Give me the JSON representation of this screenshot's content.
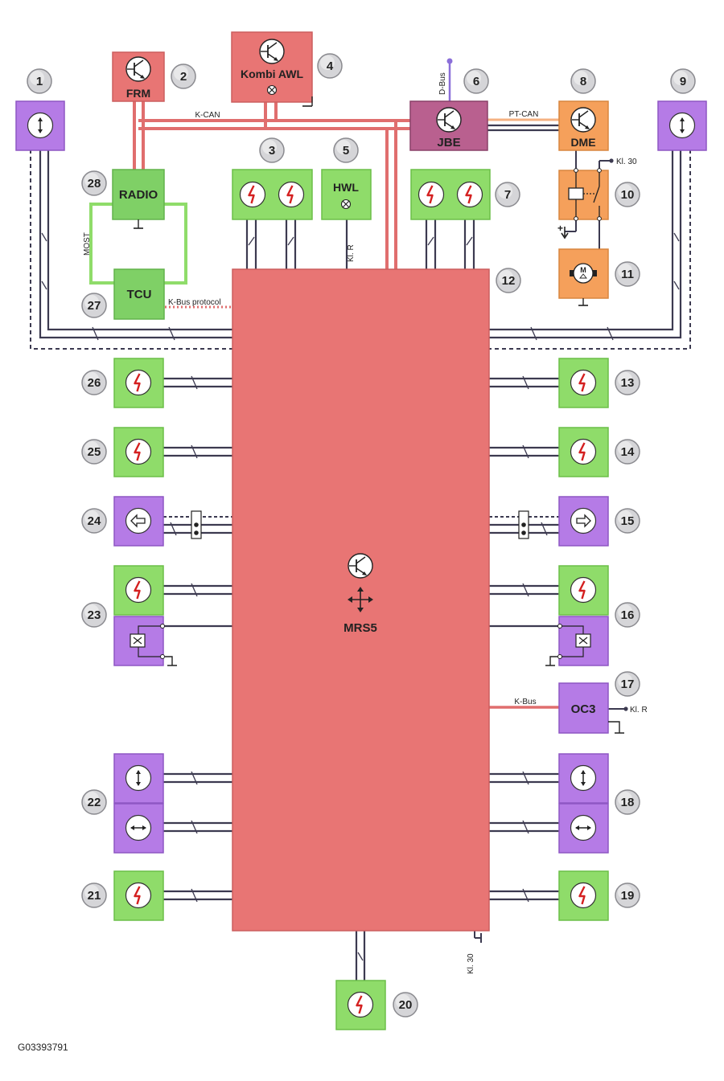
{
  "modules": {
    "frm": "FRM",
    "kombi": "Kombi AWL",
    "jbe": "JBE",
    "dme": "DME",
    "radio": "RADIO",
    "tcu": "TCU",
    "hwl": "HWL",
    "mrs5": "MRS5",
    "oc3": "OC3"
  },
  "bus_labels": {
    "k_can": "K-CAN",
    "pt_can": "PT-CAN",
    "d_bus": "D-Bus",
    "most": "MOST",
    "k_bus_protocol": "K-Bus protocol",
    "k_bus": "K-Bus"
  },
  "terminals": {
    "kl30_relay": "Kl. 30",
    "kl_r_hwl": "Kl. R",
    "kl_r_oc3": "Kl. R",
    "kl30_mrs": "Kl. 30"
  },
  "badges": {
    "b1": "1",
    "b2": "2",
    "b3": "3",
    "b4": "4",
    "b5": "5",
    "b6": "6",
    "b7": "7",
    "b8": "8",
    "b9": "9",
    "b10": "10",
    "b11": "11",
    "b12": "12",
    "b13": "13",
    "b14": "14",
    "b15": "15",
    "b16": "16",
    "b17": "17",
    "b18": "18",
    "b19": "19",
    "b20": "20",
    "b21": "21",
    "b22": "22",
    "b23": "23",
    "b24": "24",
    "b25": "25",
    "b26": "26",
    "b27": "27",
    "b28": "28"
  },
  "graphic_code": "G03393791",
  "colors": {
    "red_module": "#e87574",
    "green_module": "#8fdc6a",
    "purple_module": "#b57be6",
    "jbe": "#b9608f",
    "orange_module": "#f5a05b",
    "can_line": "#e06e6e",
    "dark_line": "#3c3a50"
  }
}
